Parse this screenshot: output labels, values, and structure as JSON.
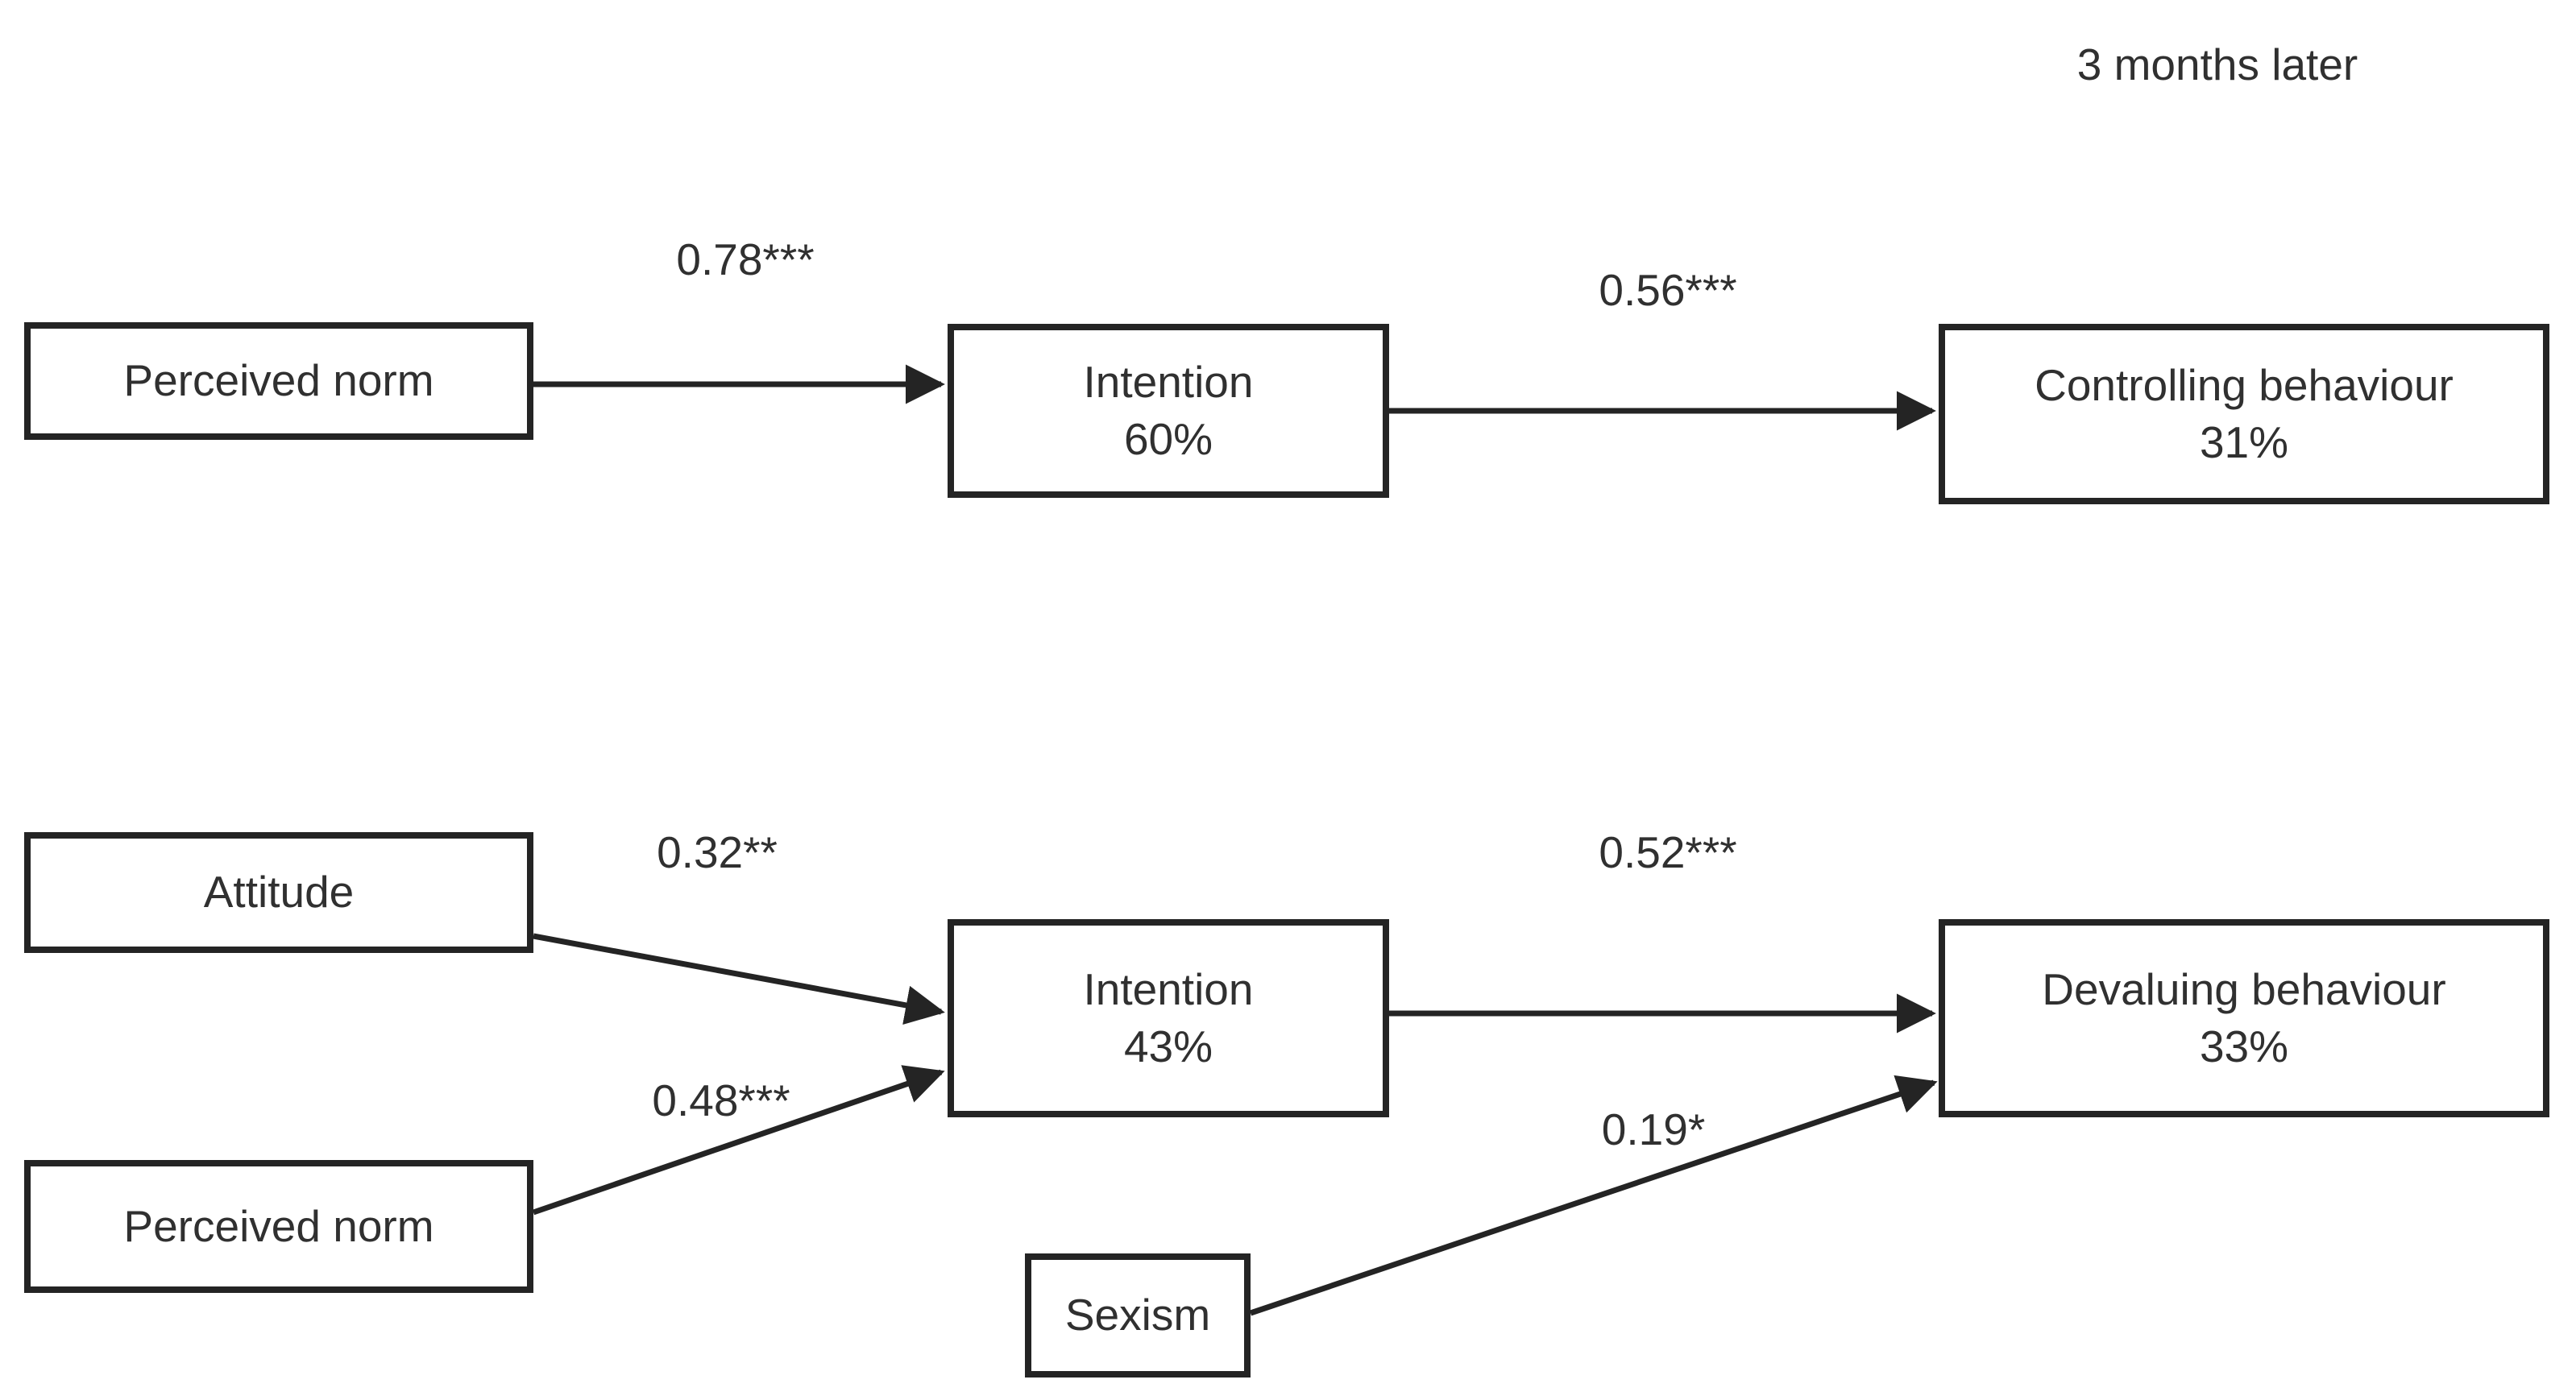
{
  "diagram": {
    "annotation": "3 months later",
    "colors": {
      "line": "#242424",
      "text": "#303030",
      "background": "#ffffff"
    },
    "boxes": [
      {
        "id": "perceived-norm-top",
        "label": "Perceived norm",
        "variance": ""
      },
      {
        "id": "intention-top",
        "label": "Intention",
        "variance": "60%"
      },
      {
        "id": "controlling-behaviour",
        "label": "Controlling behaviour",
        "variance": "31%"
      },
      {
        "id": "attitude",
        "label": "Attitude",
        "variance": ""
      },
      {
        "id": "perceived-norm-bottom",
        "label": "Perceived norm",
        "variance": ""
      },
      {
        "id": "intention-bottom",
        "label": "Intention",
        "variance": "43%"
      },
      {
        "id": "devaluing-behaviour",
        "label": "Devaluing behaviour",
        "variance": "33%"
      },
      {
        "id": "sexism",
        "label": "Sexism",
        "variance": ""
      }
    ],
    "edges": [
      {
        "from": "Perceived norm",
        "to": "Intention",
        "coefficient": "0.78***"
      },
      {
        "from": "Intention",
        "to": "Controlling behaviour",
        "coefficient": "0.56***"
      },
      {
        "from": "Attitude",
        "to": "Intention",
        "coefficient": "0.32**"
      },
      {
        "from": "Perceived norm",
        "to": "Intention",
        "coefficient": "0.48***"
      },
      {
        "from": "Intention",
        "to": "Devaluing behaviour",
        "coefficient": "0.52***"
      },
      {
        "from": "Sexism",
        "to": "Devaluing behaviour",
        "coefficient": "0.19*"
      }
    ]
  }
}
